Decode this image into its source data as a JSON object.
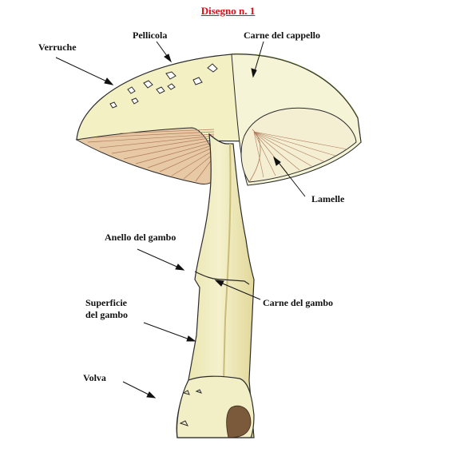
{
  "title": "Disegno n. 1",
  "labels": {
    "verruche": "Verruche",
    "pellicola": "Pellicola",
    "carne_cappello": "Carne del cappello",
    "lamelle": "Lamelle",
    "anello": "Anello del gambo",
    "carne_gambo": "Carne del gambo",
    "superficie_line1": "Superficie",
    "superficie_line2": "del gambo",
    "volva": "Volva"
  },
  "colors": {
    "title": "#d8121b",
    "cap_cream": "#f3f0c4",
    "gills": "#e8c9a6",
    "gill_lines": "#b07a5a",
    "stem": "#eeeab8",
    "outline": "#2b2b2b",
    "pellicle_edge": "#8ea34a"
  }
}
